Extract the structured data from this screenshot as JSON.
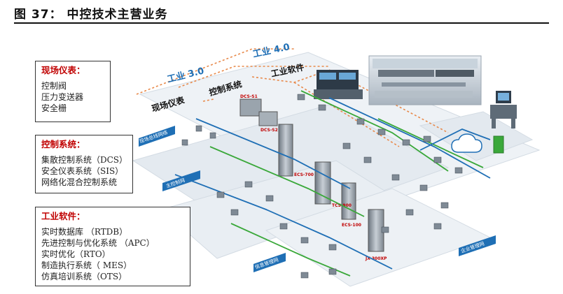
{
  "figure": {
    "title": "图 37： 中控技术主营业务"
  },
  "diagram": {
    "era_labels": {
      "industry_3": "工业 3.0",
      "industry_4": "工业 4.0"
    },
    "zone_labels": {
      "field_instruments": "现场仪表",
      "control_system": "控制系统",
      "industrial_software": "工业软件"
    },
    "network_labels": {
      "fieldbus": "现场总线网络",
      "control": "主控制网",
      "information": "信息管理网",
      "enterprise": "企业管理网"
    },
    "device_labels": {
      "dcs1": "DCS-S1",
      "dcs2": "DCS-S2",
      "ecs700": "ECS-700",
      "tcs900": "TCS-900",
      "ecs100": "ECS-100",
      "jx300": "JX-300XP"
    }
  },
  "panels": {
    "field": {
      "title": "现场仪表：",
      "items": [
        "控制阀",
        "压力变送器",
        "安全栅"
      ]
    },
    "control": {
      "title": "控制系统：",
      "items": [
        "集散控制系统（DCS）",
        "安全仪表系统（SIS）",
        "网络化混合控制系统"
      ]
    },
    "software": {
      "title": "工业软件：",
      "items": [
        "实时数据库 （RTDB）",
        "先进控制与优化系统 （APC）",
        "实时优化（RTO）",
        "制造执行系统（ MES）",
        "仿真培训系统（OTS）"
      ]
    }
  },
  "colors": {
    "network_blue": "#1f6fb5",
    "network_green": "#3aa83a",
    "dashed_orange": "#e8894a",
    "accent_red": "#c00000",
    "building_gray": "#dfe6ee",
    "device_gray": "#8a949e"
  }
}
